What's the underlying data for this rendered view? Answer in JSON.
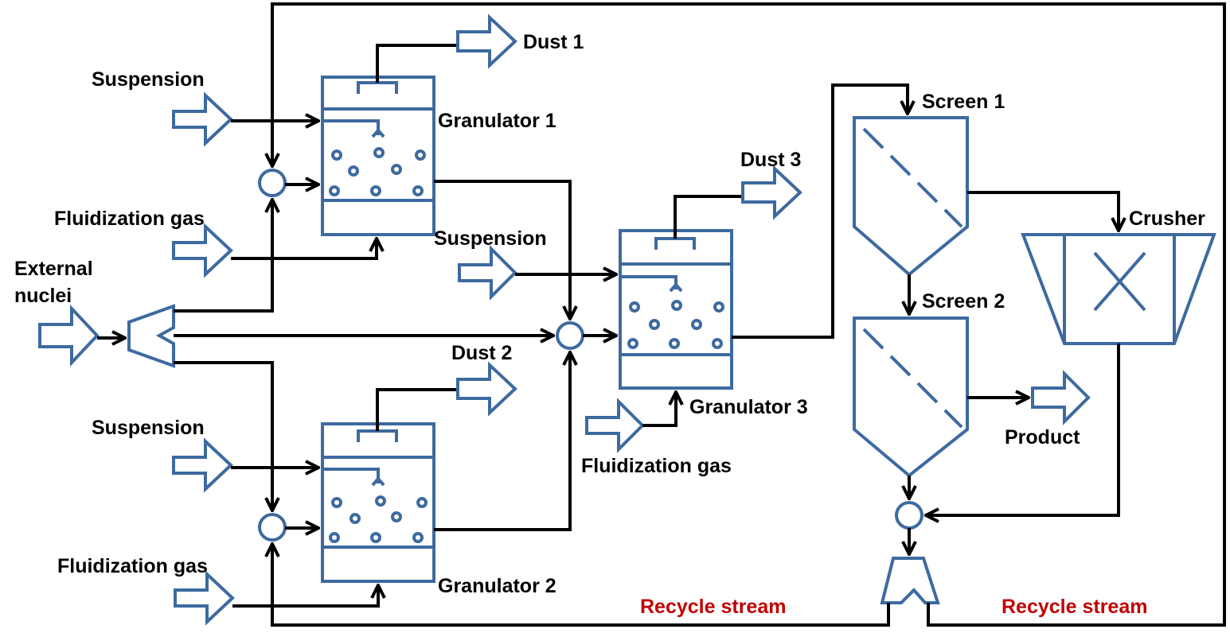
{
  "labels": {
    "suspension_1": "Suspension",
    "suspension_2": "Suspension",
    "suspension_3": "Suspension",
    "fluidization_gas_1": "Fluidization gas",
    "fluidization_gas_2": "Fluidization gas",
    "fluidization_gas_3": "Fluidization gas",
    "external_nuclei_line1": "External",
    "external_nuclei_line2": "nuclei",
    "dust_1": "Dust 1",
    "dust_2": "Dust 2",
    "dust_3": "Dust 3",
    "granulator_1": "Granulator 1",
    "granulator_2": "Granulator 2",
    "granulator_3": "Granulator 3",
    "screen_1": "Screen 1",
    "screen_2": "Screen 2",
    "crusher": "Crusher",
    "product": "Product",
    "recycle_stream_left": "Recycle stream",
    "recycle_stream_right": "Recycle stream"
  },
  "colors": {
    "equipment": "#3d6aa0",
    "stream_line": "#000000",
    "recycle_label": "#c00000"
  }
}
